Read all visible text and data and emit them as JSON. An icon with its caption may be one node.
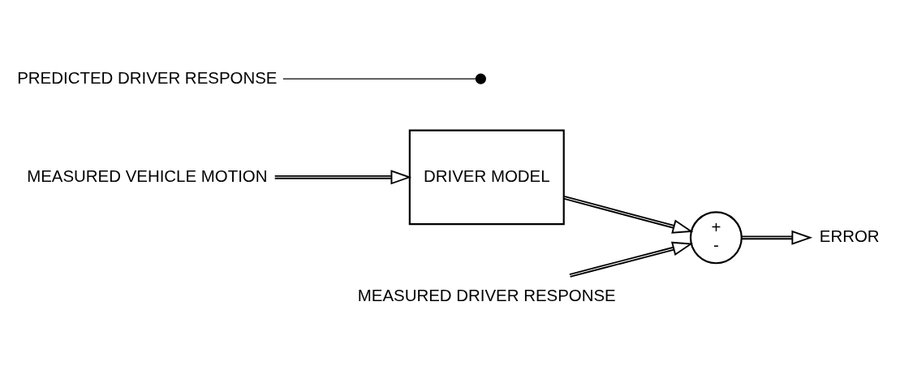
{
  "diagram": {
    "nodes": [
      {
        "text": [
          "MEASURED VEHICLE MOTION"
        ]
      },
      {
        "text": [
          "DRIVER MODEL"
        ]
      },
      {
        "text": [
          "+",
          "-"
        ]
      },
      {
        "text": [
          "ERROR"
        ]
      },
      {
        "text": [
          "MEASURED DRIVER RESPONSE"
        ]
      },
      {
        "text": [
          "PREDICTED DRIVER RESPONSE"
        ]
      }
    ],
    "edges": [
      {
        "from": 0,
        "to": 1,
        "arrow": "to"
      },
      {
        "from": 1,
        "to": 2,
        "arrow": "to"
      },
      {
        "from": 2,
        "to": 3,
        "arrow": "to"
      },
      {
        "from": 4,
        "to": 2,
        "arrow": "to"
      },
      {
        "from": 5,
        "to": null,
        "arrow": "other"
      }
    ]
  }
}
